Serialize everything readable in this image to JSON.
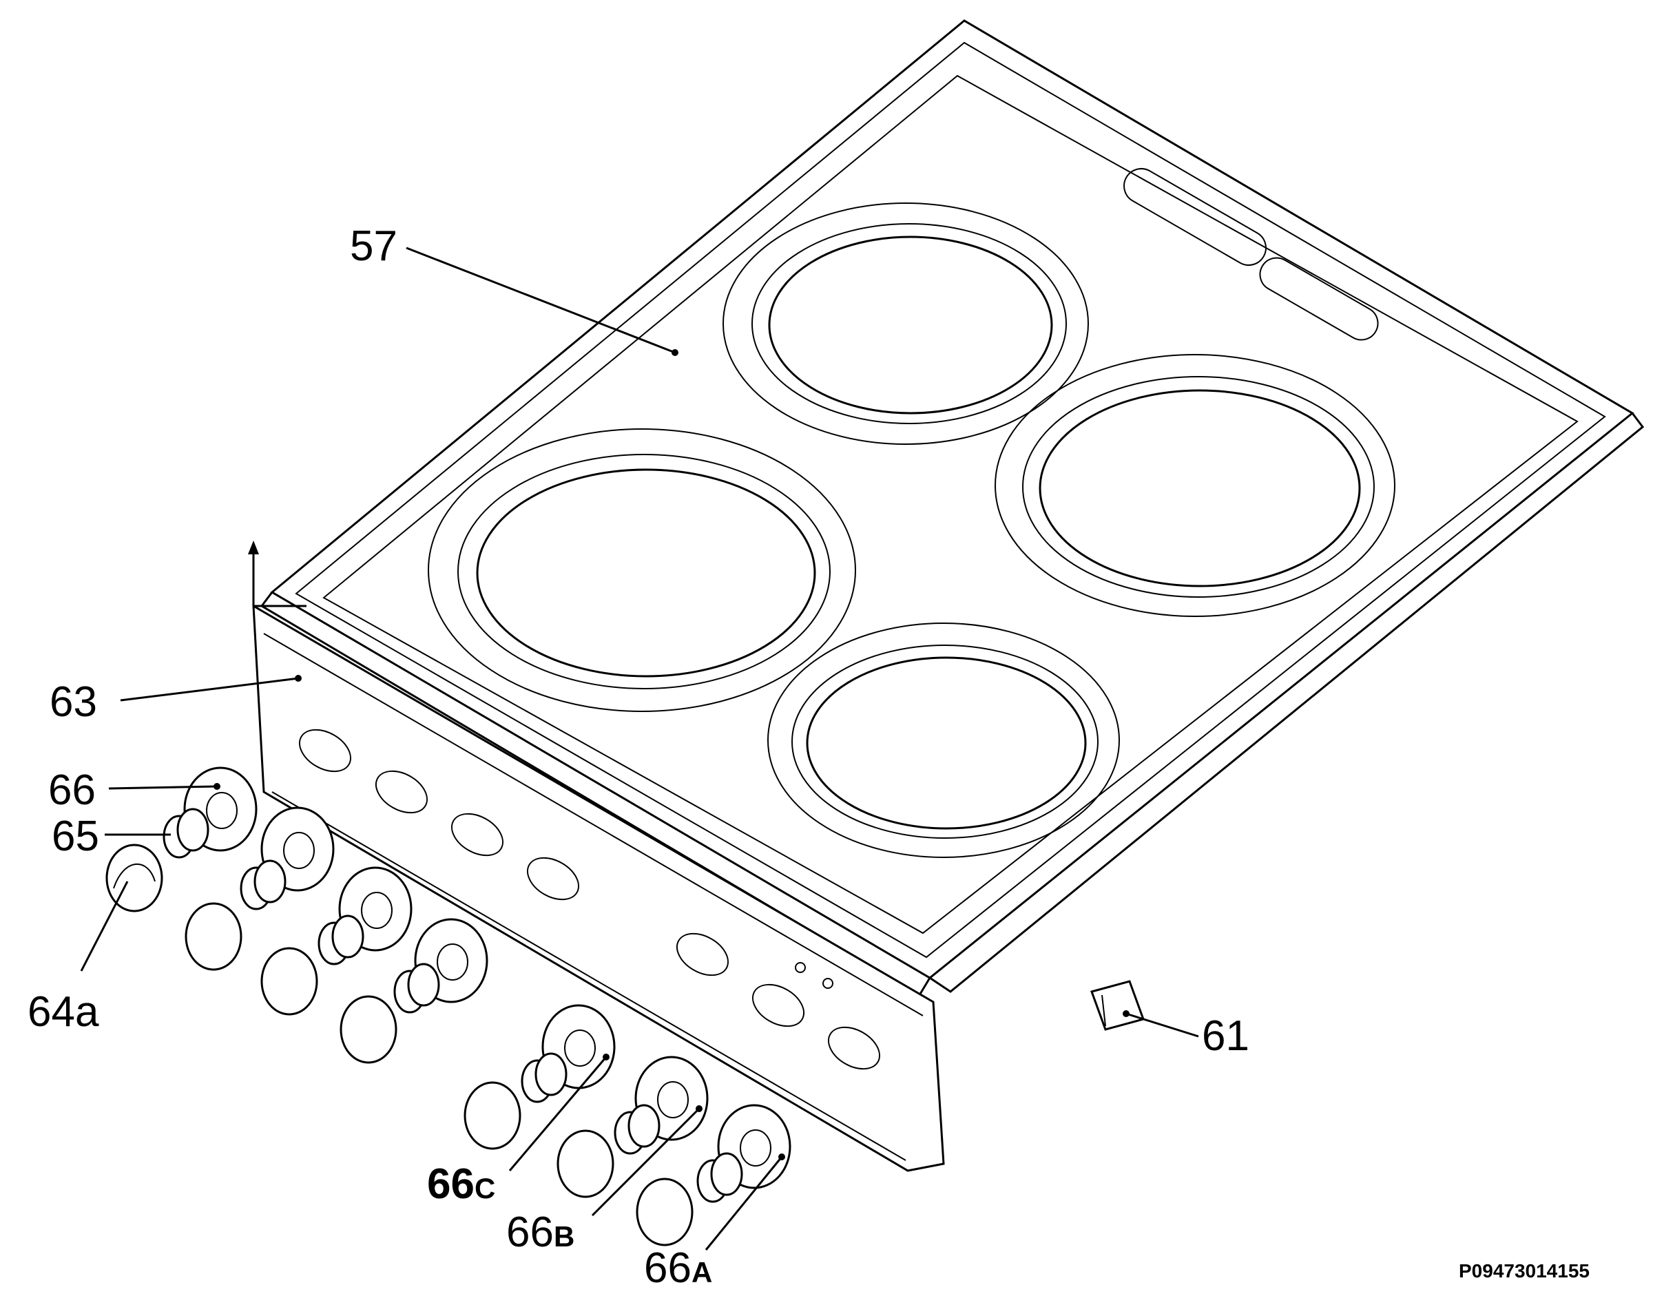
{
  "labels": {
    "hob_top": "57",
    "clip": "61",
    "control_panel": "63",
    "knob": "64a",
    "spring": "65",
    "bezel": "66",
    "bezel_c_num": "66",
    "bezel_c_letter": "C",
    "bezel_b_num": "66",
    "bezel_b_letter": "B",
    "bezel_a_num": "66",
    "bezel_a_letter": "A"
  },
  "drawing_code": "P09473014155"
}
